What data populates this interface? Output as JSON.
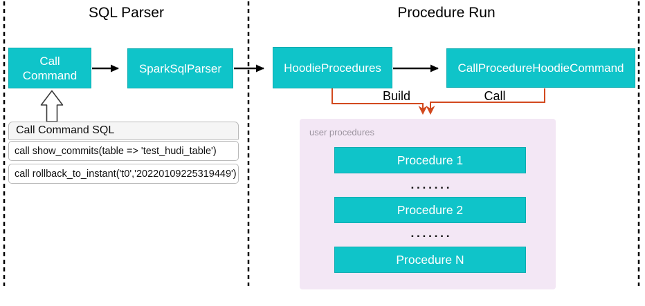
{
  "colors": {
    "teal": "#0FC4C9",
    "orange": "#D2491E",
    "lavender": "#F3E7F5",
    "label_gray": "#9B939E",
    "header_bg": "#F5F5F5",
    "box_border": "#B9B9B9",
    "line_black": "#000000"
  },
  "sections": {
    "sql_parser": {
      "title": "SQL Parser"
    },
    "procedure_run": {
      "title": "Procedure Run"
    }
  },
  "nodes": {
    "call_command": {
      "label": "Call Command"
    },
    "spark_sql_parser": {
      "label": "SparkSqlParser"
    },
    "hoodie_procedures": {
      "label": "HoodieProcedures"
    },
    "call_procedure_hoodie_command": {
      "label": "CallProcedureHoodieCommand"
    }
  },
  "edges": {
    "build": {
      "label": "Build"
    },
    "call": {
      "label": "Call"
    }
  },
  "sql_box": {
    "header": "Call Command SQL",
    "rows": [
      "call show_commits(table => 'test_hudi_table')",
      "call rollback_to_instant('t0','20220109225319449')"
    ]
  },
  "user_procedures": {
    "label": "user procedures",
    "items": [
      "Procedure 1",
      "Procedure 2",
      "Procedure N"
    ],
    "dots": "▪▪▪▪▪▪▪"
  }
}
